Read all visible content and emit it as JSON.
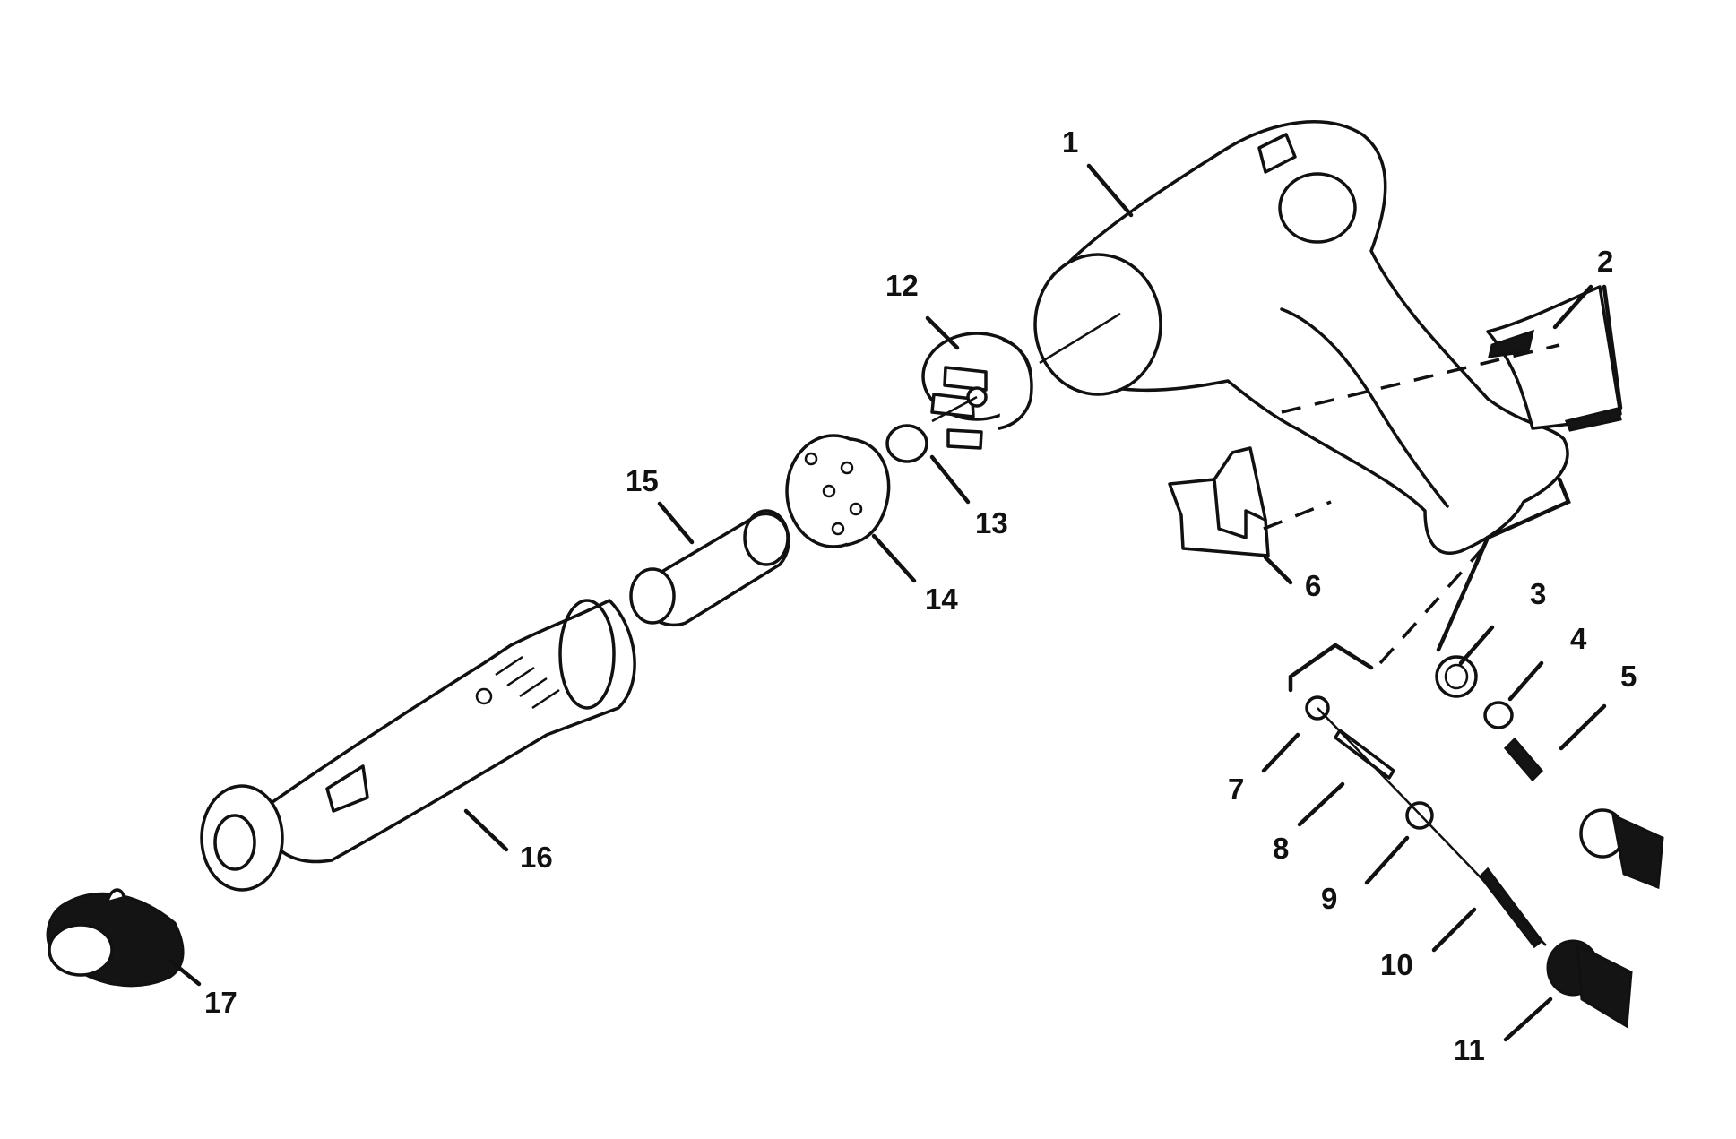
{
  "parts": [
    {
      "id": "1",
      "label": "1"
    },
    {
      "id": "2",
      "label": "2"
    },
    {
      "id": "3",
      "label": "3"
    },
    {
      "id": "4",
      "label": "4"
    },
    {
      "id": "5",
      "label": "5"
    },
    {
      "id": "6",
      "label": "6"
    },
    {
      "id": "7",
      "label": "7"
    },
    {
      "id": "8",
      "label": "8"
    },
    {
      "id": "9",
      "label": "9"
    },
    {
      "id": "10",
      "label": "10"
    },
    {
      "id": "11",
      "label": "11"
    },
    {
      "id": "12",
      "label": "12"
    },
    {
      "id": "13",
      "label": "13"
    },
    {
      "id": "14",
      "label": "14"
    },
    {
      "id": "15",
      "label": "15"
    },
    {
      "id": "16",
      "label": "16"
    },
    {
      "id": "17",
      "label": "17"
    }
  ]
}
